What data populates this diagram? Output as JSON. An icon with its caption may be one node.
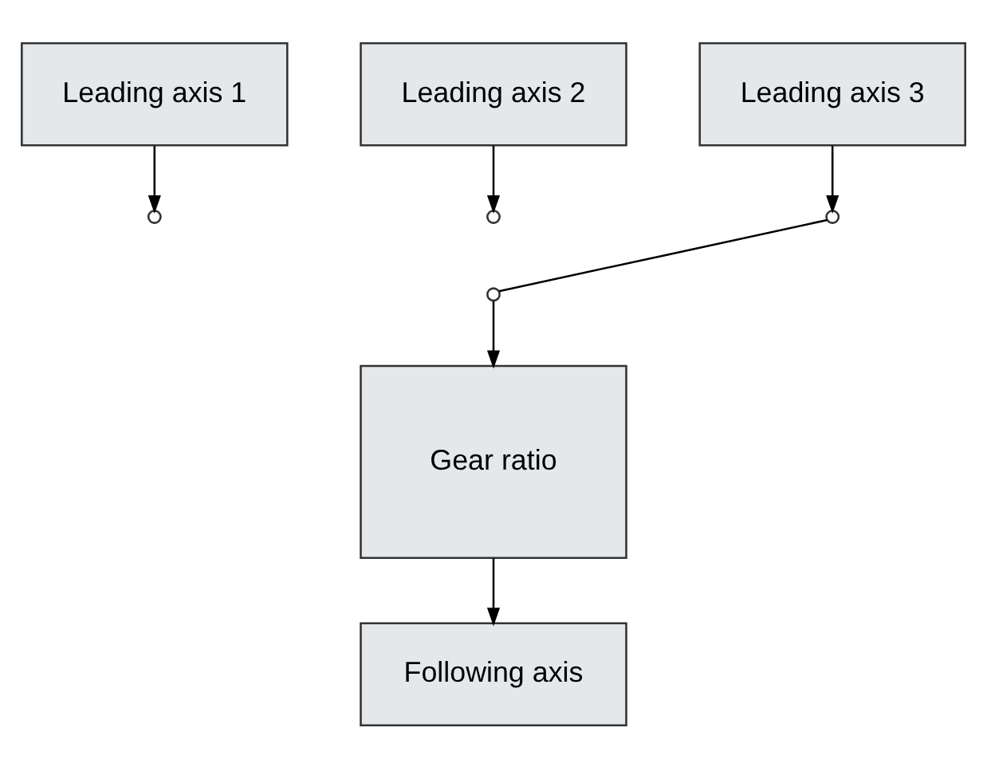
{
  "diagram": {
    "nodes": [
      {
        "text": [
          "Leading axis 1"
        ]
      },
      {
        "text": [
          "Leading axis 2"
        ]
      },
      {
        "text": [
          "Leading axis 3"
        ]
      },
      {
        "text": [],
        "shape": "circle"
      },
      {
        "text": [],
        "shape": "circle"
      },
      {
        "text": [],
        "shape": "circle"
      },
      {
        "text": [],
        "shape": "circle"
      },
      {
        "text": [
          "Gear ratio"
        ]
      },
      {
        "text": [
          "Following axis"
        ]
      }
    ],
    "edges": [
      {
        "from": 0,
        "to": 3,
        "arrow": "to"
      },
      {
        "from": 1,
        "to": 4,
        "arrow": "to"
      },
      {
        "from": 2,
        "to": 5,
        "arrow": "to"
      },
      {
        "from": 6,
        "to": 5,
        "arrow": "none"
      },
      {
        "from": 6,
        "to": 7,
        "arrow": "to"
      },
      {
        "from": 7,
        "to": 8,
        "arrow": "to"
      }
    ]
  }
}
